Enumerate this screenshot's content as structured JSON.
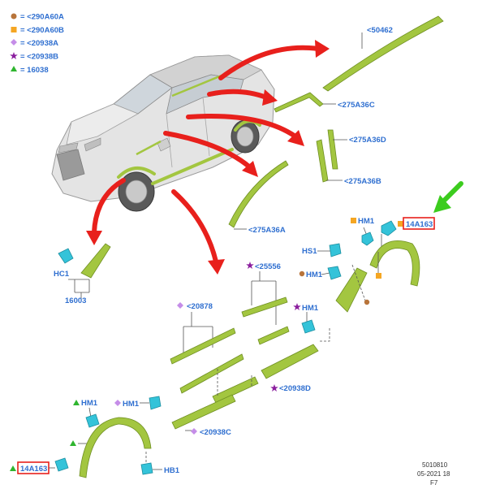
{
  "legend": [
    {
      "shape": "circle",
      "color": "#b8743a",
      "text": "= <290A60A"
    },
    {
      "shape": "square",
      "color": "#f5a623",
      "text": "= <290A60B"
    },
    {
      "shape": "diamond",
      "color": "#c58de8",
      "text": "= <20938A"
    },
    {
      "shape": "star",
      "color": "#8b1e9e",
      "text": "= <20938B"
    },
    {
      "shape": "triangle",
      "color": "#2fb52f",
      "text": "= 16038"
    }
  ],
  "labels": {
    "l50462": "<50462",
    "l275A36C": "<275A36C",
    "l275A36D": "<275A36D",
    "l275A36B": "<275A36B",
    "l275A36A": "<275A36A",
    "hm1_top": "HM1",
    "box_top": "14A163",
    "hs1": "HS1",
    "hm1_mid": "HM1",
    "hc1": "HC1",
    "l16003": "16003",
    "l25556": "<25556",
    "l20878": "<20878",
    "hm1_center": "HM1",
    "l20938D": "<20938D",
    "hm1_left": "HM1",
    "hm1_left2": "HM1",
    "l20938C": "<20938C",
    "box_bottom": "14A163",
    "hb1": "HB1"
  },
  "footer": {
    "code": "5010810",
    "date": "05-2021 18",
    "page": "F7"
  },
  "colors": {
    "arrow": "#e8201c",
    "part": "#a3c640",
    "clip": "#34c3d9",
    "label": "#2f6fd0",
    "pointer": "#3ccc1e"
  }
}
